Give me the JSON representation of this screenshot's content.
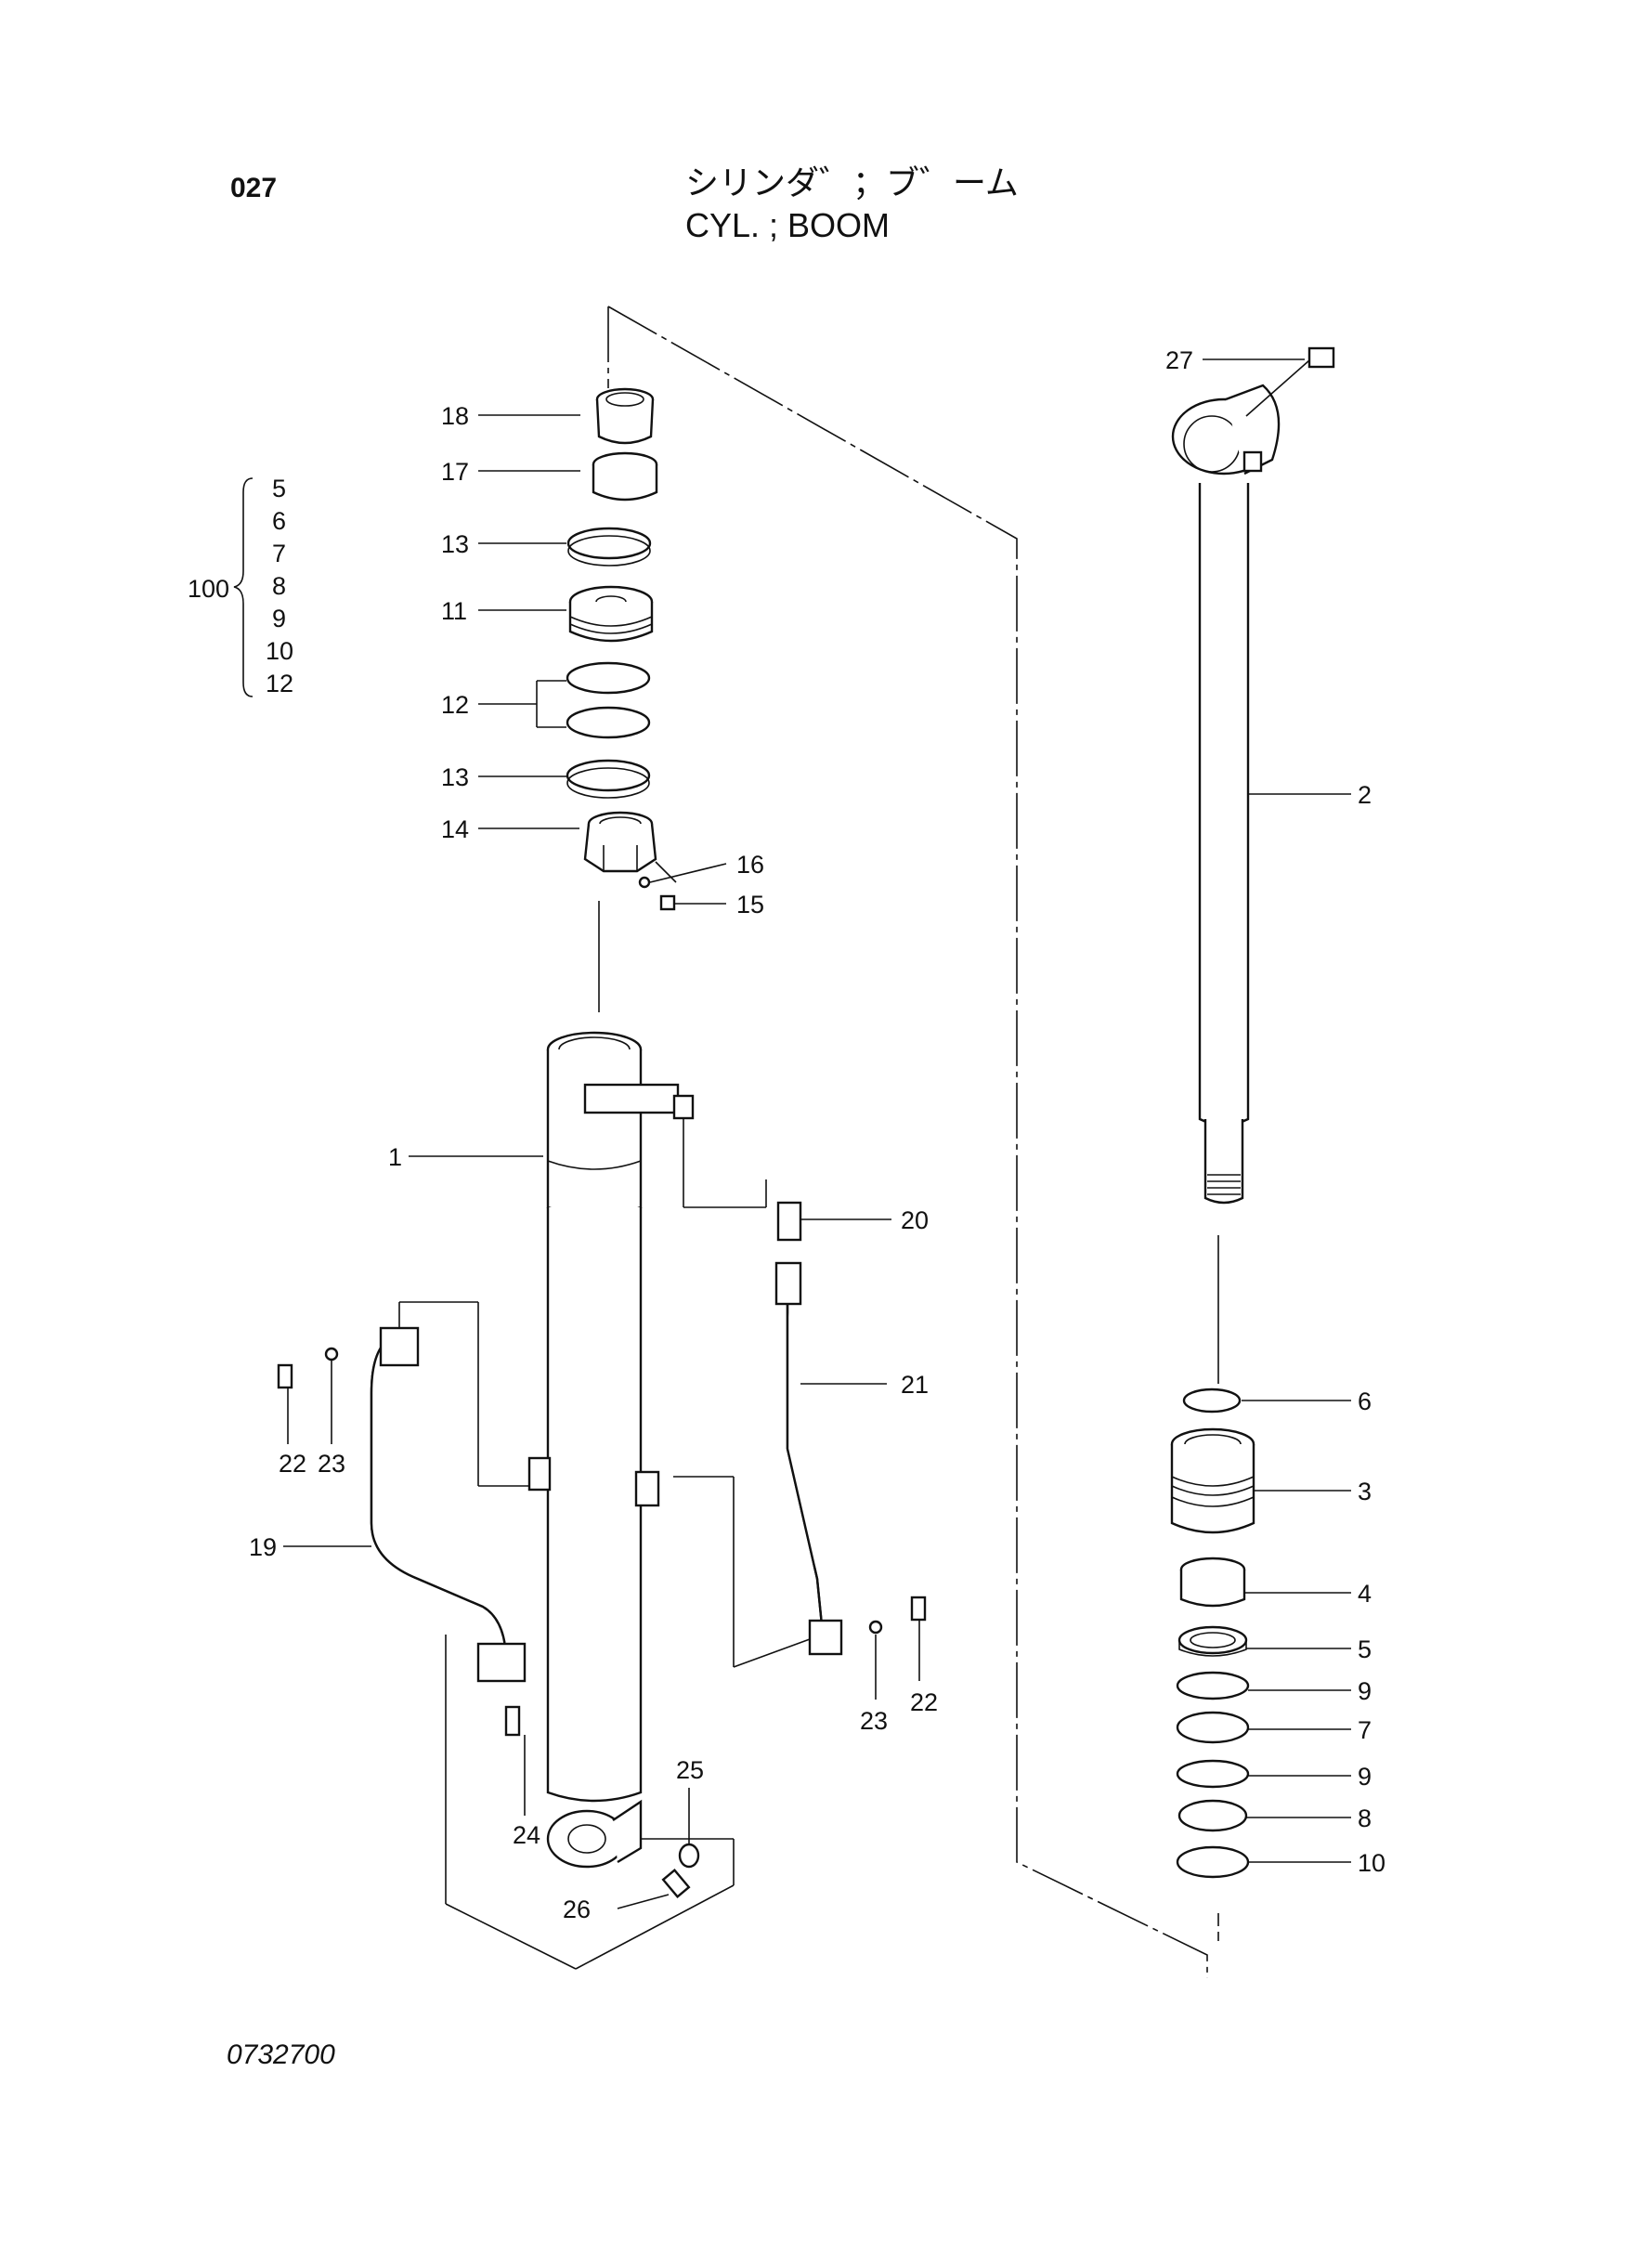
{
  "header": {
    "page_number": "027",
    "title_jp": "シリンダ゛；ブ゛ーム",
    "title_en": "CYL. ; BOOM"
  },
  "footer": {
    "drawing_number": "0732700"
  },
  "kit": {
    "label": "100",
    "items": [
      "5",
      "6",
      "7",
      "8",
      "9",
      "10",
      "12"
    ]
  },
  "callouts": [
    {
      "id": "c18",
      "label": "18"
    },
    {
      "id": "c17",
      "label": "17"
    },
    {
      "id": "c13a",
      "label": "13"
    },
    {
      "id": "c11",
      "label": "11"
    },
    {
      "id": "c12",
      "label": "12"
    },
    {
      "id": "c13b",
      "label": "13"
    },
    {
      "id": "c14",
      "label": "14"
    },
    {
      "id": "c16",
      "label": "16"
    },
    {
      "id": "c15",
      "label": "15"
    },
    {
      "id": "c1",
      "label": "1"
    },
    {
      "id": "c20",
      "label": "20"
    },
    {
      "id": "c21",
      "label": "21"
    },
    {
      "id": "c22a",
      "label": "22"
    },
    {
      "id": "c23a",
      "label": "23"
    },
    {
      "id": "c19",
      "label": "19"
    },
    {
      "id": "c23b",
      "label": "23"
    },
    {
      "id": "c22b",
      "label": "22"
    },
    {
      "id": "c24",
      "label": "24"
    },
    {
      "id": "c25",
      "label": "25"
    },
    {
      "id": "c26",
      "label": "26"
    },
    {
      "id": "c27",
      "label": "27"
    },
    {
      "id": "c2",
      "label": "2"
    },
    {
      "id": "c6",
      "label": "6"
    },
    {
      "id": "c3",
      "label": "3"
    },
    {
      "id": "c4",
      "label": "4"
    },
    {
      "id": "c5",
      "label": "5"
    },
    {
      "id": "c9a",
      "label": "9"
    },
    {
      "id": "c7",
      "label": "7"
    },
    {
      "id": "c9b",
      "label": "9"
    },
    {
      "id": "c8",
      "label": "8"
    },
    {
      "id": "c10",
      "label": "10"
    }
  ]
}
